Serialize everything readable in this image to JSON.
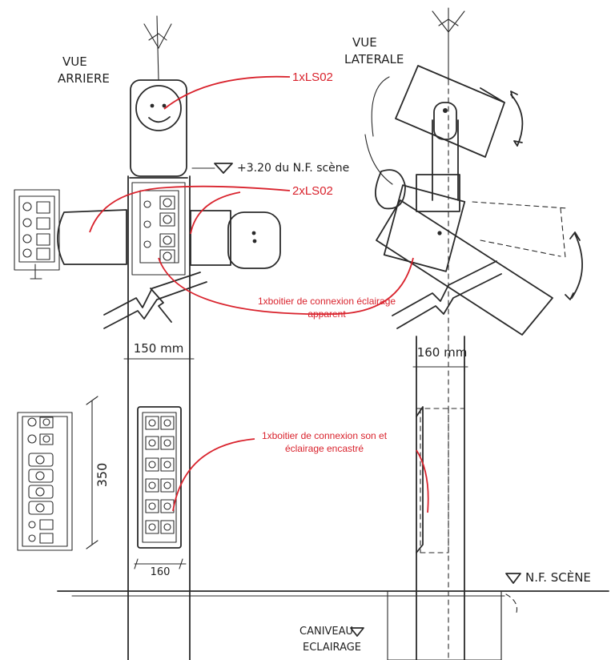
{
  "labels": {
    "view_rear": [
      "VUE",
      "ARRIERE"
    ],
    "view_side": [
      "VUE",
      "LATERALE"
    ],
    "height_mark": "+3.20 du N.F. scène",
    "width_rear": "150 mm",
    "width_side": "160 mm",
    "box_height": "350",
    "box_width": "160",
    "floor_level": "N.F. SCÈNE",
    "trench": [
      "CANIVEAU",
      "ECLAIRAGE"
    ]
  },
  "annotations": {
    "speaker_single": "1xLS02",
    "speaker_double": "2xLS02",
    "lighting_box": [
      "1xboitier de connexion  éclairage",
      "apparent"
    ],
    "sound_box": [
      "1xboitier de connexion  son et",
      "éclairage encastré"
    ]
  },
  "colors": {
    "annotation": "#d9232d",
    "ink": "#2a2a2a"
  }
}
